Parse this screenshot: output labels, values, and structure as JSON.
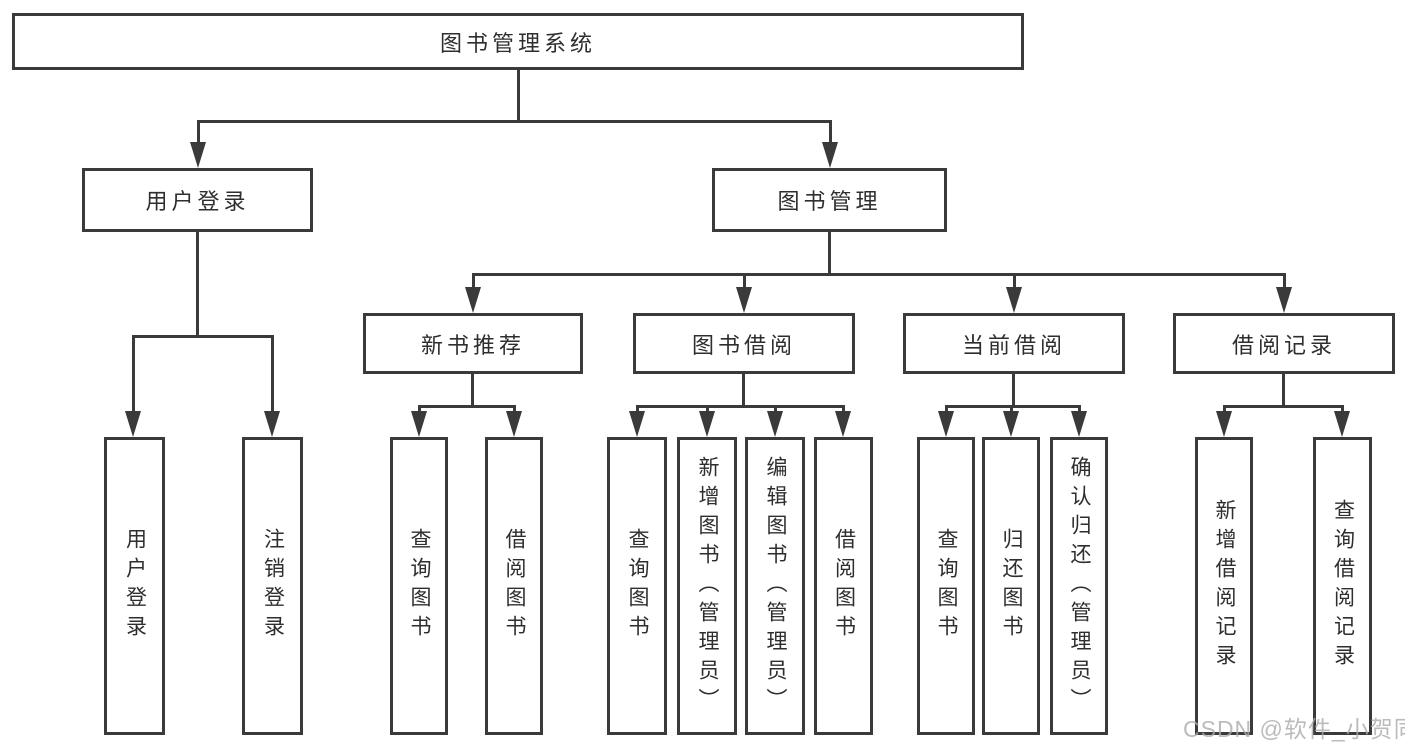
{
  "tree": {
    "label": "图书管理系统",
    "children": [
      {
        "label": "用户登录",
        "children": [
          {
            "label": "用户登录"
          },
          {
            "label": "注销登录"
          }
        ]
      },
      {
        "label": "图书管理",
        "children": [
          {
            "label": "新书推荐",
            "children": [
              {
                "label": "查询图书"
              },
              {
                "label": "借阅图书"
              }
            ]
          },
          {
            "label": "图书借阅",
            "children": [
              {
                "label": "查询图书"
              },
              {
                "label": "新增图书（管理员）"
              },
              {
                "label": "编辑图书（管理员）"
              },
              {
                "label": "借阅图书"
              }
            ]
          },
          {
            "label": "当前借阅",
            "children": [
              {
                "label": "查询图书"
              },
              {
                "label": "归还图书"
              },
              {
                "label": "确认归还（管理员）"
              }
            ]
          },
          {
            "label": "借阅记录",
            "children": [
              {
                "label": "新增借阅记录"
              },
              {
                "label": "查询借阅记录"
              }
            ]
          }
        ]
      }
    ]
  },
  "watermark": "CSDN @软件_小贺同学",
  "colors": {
    "line": "#3a3a3a",
    "text": "#2e2e2e",
    "background": "#ffffff",
    "watermark": "#ababab"
  }
}
